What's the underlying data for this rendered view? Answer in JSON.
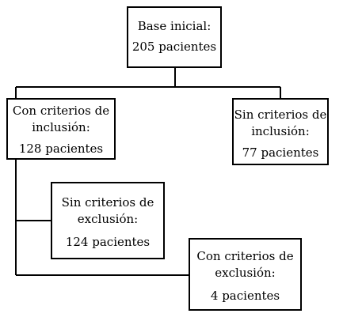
{
  "diagram": {
    "base": {
      "title": "Base inicial:",
      "count": "205 pacientes"
    },
    "con_inclusion": {
      "line1": "Con criterios de",
      "line2": "inclusión:",
      "count": "128 pacientes"
    },
    "sin_inclusion": {
      "line1": "Sin criterios de",
      "line2": "inclusión:",
      "count": "77 pacientes"
    },
    "sin_exclusion": {
      "line1": "Sin criterios de",
      "line2": "exclusión:",
      "count": "124 pacientes"
    },
    "con_exclusion": {
      "line1": "Con criterios de",
      "line2": "exclusión:",
      "count": "4 pacientes"
    }
  }
}
